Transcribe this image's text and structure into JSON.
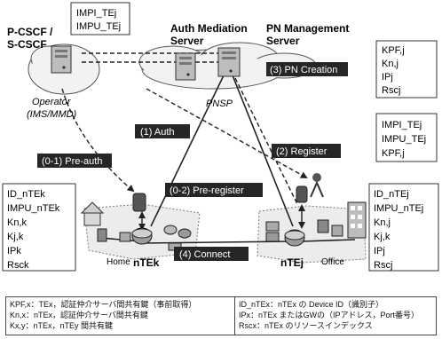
{
  "nodes": {
    "pcscf_label_1": "P-CSCF /",
    "pcscf_label_2": "S-CSCF",
    "auth_label_1": "Auth Mediation",
    "auth_label_2": "Server",
    "pnm_label_1": "PN Management",
    "pnm_label_2": "Server",
    "operator_1": "Operator",
    "operator_2": "(IMS/MMD)",
    "pnsp": "PNSP",
    "home": "Home",
    "office": "Office",
    "ntek": "nTEk",
    "ntej": "nTEj"
  },
  "boxes": {
    "top_ids": [
      "IMPI_TEj",
      "IMPU_TEj"
    ],
    "pnm_keys": [
      "KPF,j",
      "Kn,j",
      "IPj",
      "Rscj"
    ],
    "right_mid": [
      "IMPI_TEj",
      "IMPU_TEj",
      "KPF,j"
    ],
    "left": [
      "ID_nTEk",
      "IMPU_nTEk",
      "Kn,k",
      "Kj,k",
      "IPk",
      "Rsck"
    ],
    "right": [
      "ID_nTEj",
      "IMPU_nTEj",
      "Kn,j",
      "Kj,k",
      "IPj",
      "Rscj"
    ]
  },
  "steps": {
    "s3": "(3) PN Creation",
    "s1": "(1) Auth",
    "s01": "(0-1) Pre-auth",
    "s2": "(2) Register",
    "s02": "(0-2) Pre-register",
    "s4": "(4) Connect"
  },
  "legend": {
    "left": [
      "KPF,x：TEx，認証仲介サーバ間共有鍵（事前取得）",
      "Kn,x：nTEx，認証仲介サーバ間共有鍵",
      "Kx,y：nTEx，nTEy 間共有鍵"
    ],
    "right": [
      "ID_nTEx：nTEx の Device ID（識別子）",
      "IPx：nTEx またはGWの（IPアドレス，Port番号）",
      "Rscx：nTEx のリソースインデックス"
    ]
  },
  "colors": {
    "label_bg": "#262626",
    "label_fg": "#ffffff",
    "line": "#222222",
    "cloud": "#f2f2f2"
  }
}
